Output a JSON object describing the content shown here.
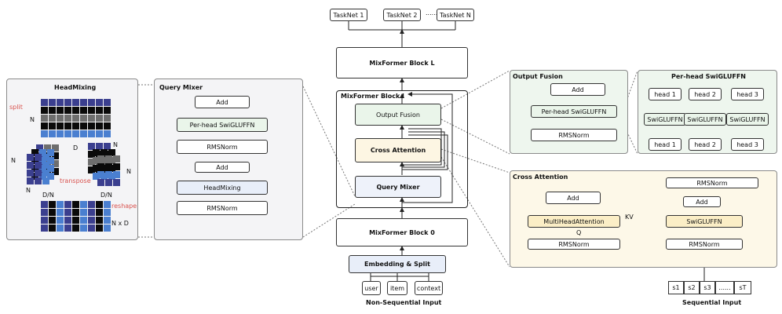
{
  "colors": {
    "purple": "#3b3f8f",
    "blue": "#4a7fd0",
    "black": "#0a0a0a",
    "gray": "#6e6e6e",
    "green_fill": "#eaf5ea",
    "yellow_fill": "#fdf6e3",
    "blue_fill": "#e8eef9",
    "red": "#d9534f"
  },
  "taskNets": [
    "TaskNet 1",
    "TaskNet 2",
    "......",
    "TaskNet N"
  ],
  "center": {
    "blockL": "MixFormer Block L",
    "blockl": "MixFormer Block l",
    "outputFusion": "Output Fusion",
    "crossAttention": "Cross Attention",
    "queryMixer": "Query Mixer",
    "block0": "MixFormer Block 0",
    "embedding": "Embedding & Split",
    "inputs": [
      "user",
      "item",
      "context"
    ],
    "nonSeqLabel": "Non-Sequential Input"
  },
  "headMixing": {
    "title": "HeadMixing",
    "split": "split",
    "transpose": "transpose",
    "reshape": "reshape",
    "N": "N",
    "D": "D",
    "DN": "D/N",
    "NxD": "N x D"
  },
  "queryMixer": {
    "title": "Query Mixer",
    "add": "Add",
    "swiglu": "Per-head SwiGLUFFN",
    "rmsnorm": "RMSNorm",
    "headmixing": "HeadMixing"
  },
  "outputFusion": {
    "title": "Output Fusion",
    "add": "Add",
    "swiglu": "Per-head SwiGLUFFN",
    "rmsnorm": "RMSNorm"
  },
  "perHead": {
    "title": "Per-head SwiGLUFFN",
    "heads": [
      "head 1",
      "head 2",
      "head 3"
    ],
    "ffn": "SwiGLUFFN"
  },
  "crossAttention": {
    "title": "Cross Attention",
    "add": "Add",
    "mha": "MultiHeadAttention",
    "q": "Q",
    "kv": "KV",
    "rmsnorm": "RMSNorm",
    "swiglu": "SwiGLUFFN",
    "seqItems": [
      "s1",
      "s2",
      "s3",
      "......",
      "sT"
    ],
    "seqLabel": "Sequential Input"
  }
}
